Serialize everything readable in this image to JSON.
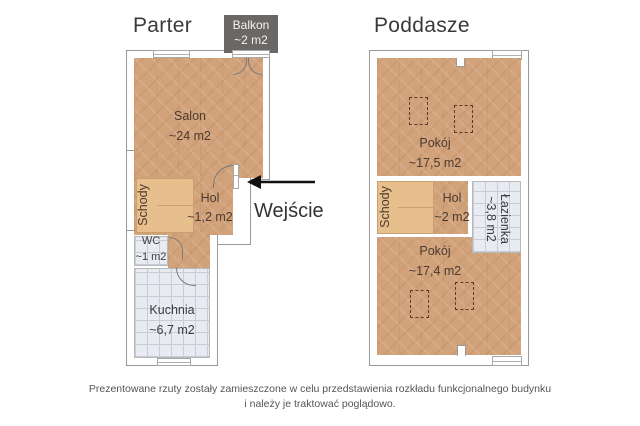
{
  "floors": [
    {
      "title": "Parter",
      "rooms": [
        {
          "name": "Salon",
          "area": "~24 m2"
        },
        {
          "name": "Schody",
          "area": ""
        },
        {
          "name": "Hol",
          "area": "~1,2 m2"
        },
        {
          "name": "WC",
          "area": "~1 m2"
        },
        {
          "name": "Kuchnia",
          "area": "~6,7 m2"
        }
      ],
      "balcony": {
        "name": "Balkon",
        "area": "~2 m2"
      }
    },
    {
      "title": "Poddasze",
      "rooms": [
        {
          "name": "Pokój",
          "area": "~17,5 m2"
        },
        {
          "name": "Schody",
          "area": ""
        },
        {
          "name": "Hol",
          "area": "~2 m2"
        },
        {
          "name": "Łazienka",
          "area": "~3,8 m2"
        },
        {
          "name": "Pokój",
          "area": "~17,4 m2"
        }
      ]
    }
  ],
  "entrance": {
    "label": "Wejście",
    "icon": "arrow-left-icon"
  },
  "caption": {
    "line1": "Prezentowane rzuty zostały zamieszczone w celu przedstawienia rozkładu funkcjonalnego budynku",
    "line2": "i należy je traktować poglądowo."
  },
  "colors": {
    "wood": "#d2a27a",
    "stairs": "#e7bf8c",
    "tile": "#e9ebf2",
    "balcony": "#6b6764",
    "wall": "#9a9a9a"
  }
}
